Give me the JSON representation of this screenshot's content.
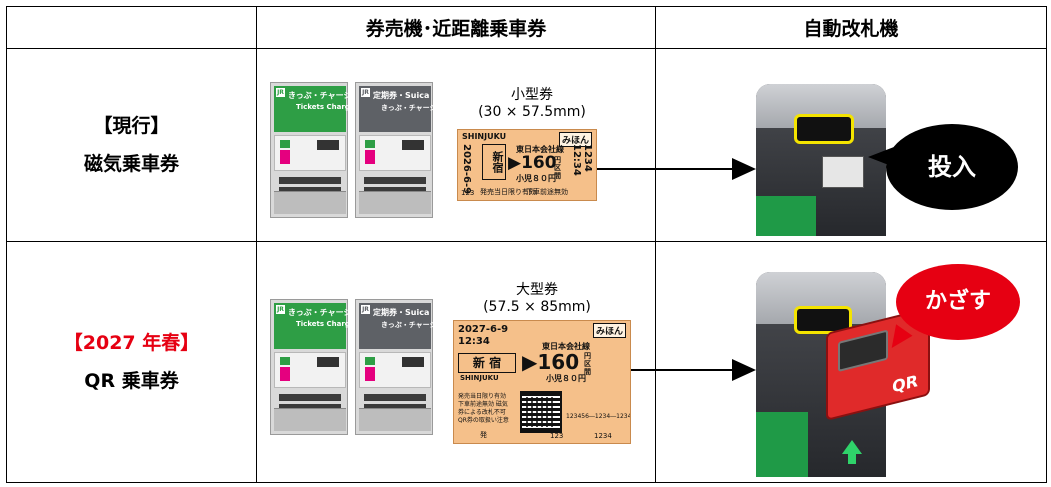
{
  "headers": {
    "col_machine_ticket": "券売機･近距離乗車券",
    "col_gate": "自動改札機"
  },
  "rows": [
    {
      "label_line1": "【現行】",
      "label_line2": "磁気乗車券",
      "ticket_caption_line1": "小型券",
      "ticket_caption_line2": "(30 × 57.5mm)",
      "bubble": "投入",
      "ticket": {
        "station_en": "SHINJUKU",
        "badge": "みほん",
        "date": "2026-6-9",
        "station": "新宿",
        "company": "東日本会社線",
        "fare": "▶160",
        "fare_unit": "円区間",
        "child": "小児８０円",
        "serial": "1234 12:34",
        "foot_left": "発売当日限り有効",
        "foot_right": "下車前途無効",
        "code": "123"
      },
      "machines": [
        {
          "screen_l1": "きっぷ・チャージ",
          "screen_l2": "Tickets Charge"
        },
        {
          "screen_l1": "定期券・Suica",
          "screen_l2": "きっぷ・チャージ"
        }
      ]
    },
    {
      "label_line1": "【2027 年春】",
      "label_line2": "QR 乗車券",
      "ticket_caption_line1": "大型券",
      "ticket_caption_line2": "(57.5 × 85mm)",
      "bubble": "かざす",
      "ticket": {
        "date": "2027-6-9",
        "time": "12:34",
        "badge": "みほん",
        "station": "新 宿",
        "station_en": "SHINJUKU",
        "company": "東日本会社線",
        "fare": "▶160",
        "fare_unit": "円区間",
        "child": "小児８０円",
        "notes": "発売当日限り有効 下車前途無効 磁気券による改札不可 QR券の取扱い注意",
        "numbers": "123456―1234―1234",
        "foot_left": "発",
        "foot_mid": "123",
        "foot_right": "1234",
        "gate_label": "QR"
      },
      "machines": [
        {
          "screen_l1": "きっぷ・チャージ",
          "screen_l2": "Tickets Charge"
        },
        {
          "screen_l1": "定期券・Suica",
          "screen_l2": "きっぷ・チャージ"
        }
      ]
    }
  ],
  "colors": {
    "highlight_red": "#e60012",
    "ticket_orange": "#f5c08a",
    "machine_green": "#2e9e45",
    "gate_qr_red": "#e02a2a",
    "slot_yellow": "#f4e400"
  }
}
